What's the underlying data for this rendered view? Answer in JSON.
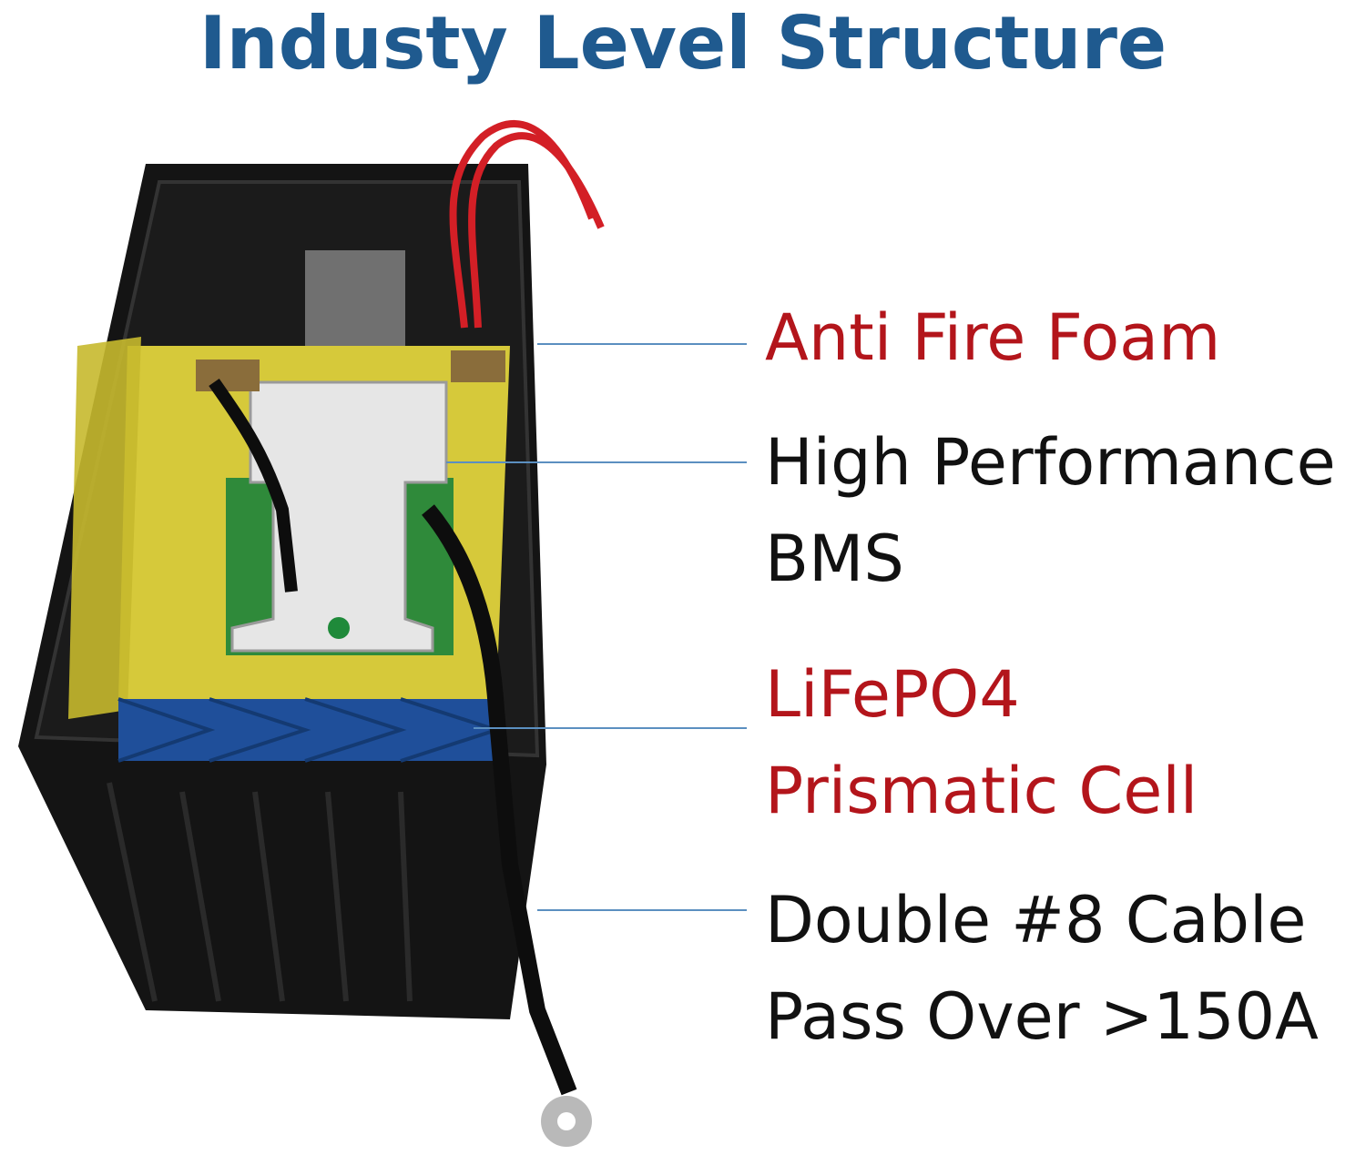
{
  "title": "Industy Level Structure",
  "colors": {
    "title": "#1f5a8f",
    "label_red": "#b3151b",
    "label_black": "#111111",
    "leader_line": "#5b8fc0",
    "housing": "#141414",
    "foam": "#d6c93a",
    "cells": "#1f4f9a",
    "bms_board": "#2f8a3a",
    "red_wire": "#d31f26"
  },
  "labels": {
    "anti_fire": {
      "lines": [
        "Anti Fire Foam"
      ]
    },
    "bms": {
      "lines": [
        "High Performance",
        "BMS"
      ]
    },
    "cell": {
      "lines": [
        "LiFePO4",
        "Prismatic Cell"
      ]
    },
    "cable": {
      "lines": [
        "Double #8 Cable",
        "Pass Over >150A"
      ]
    }
  }
}
